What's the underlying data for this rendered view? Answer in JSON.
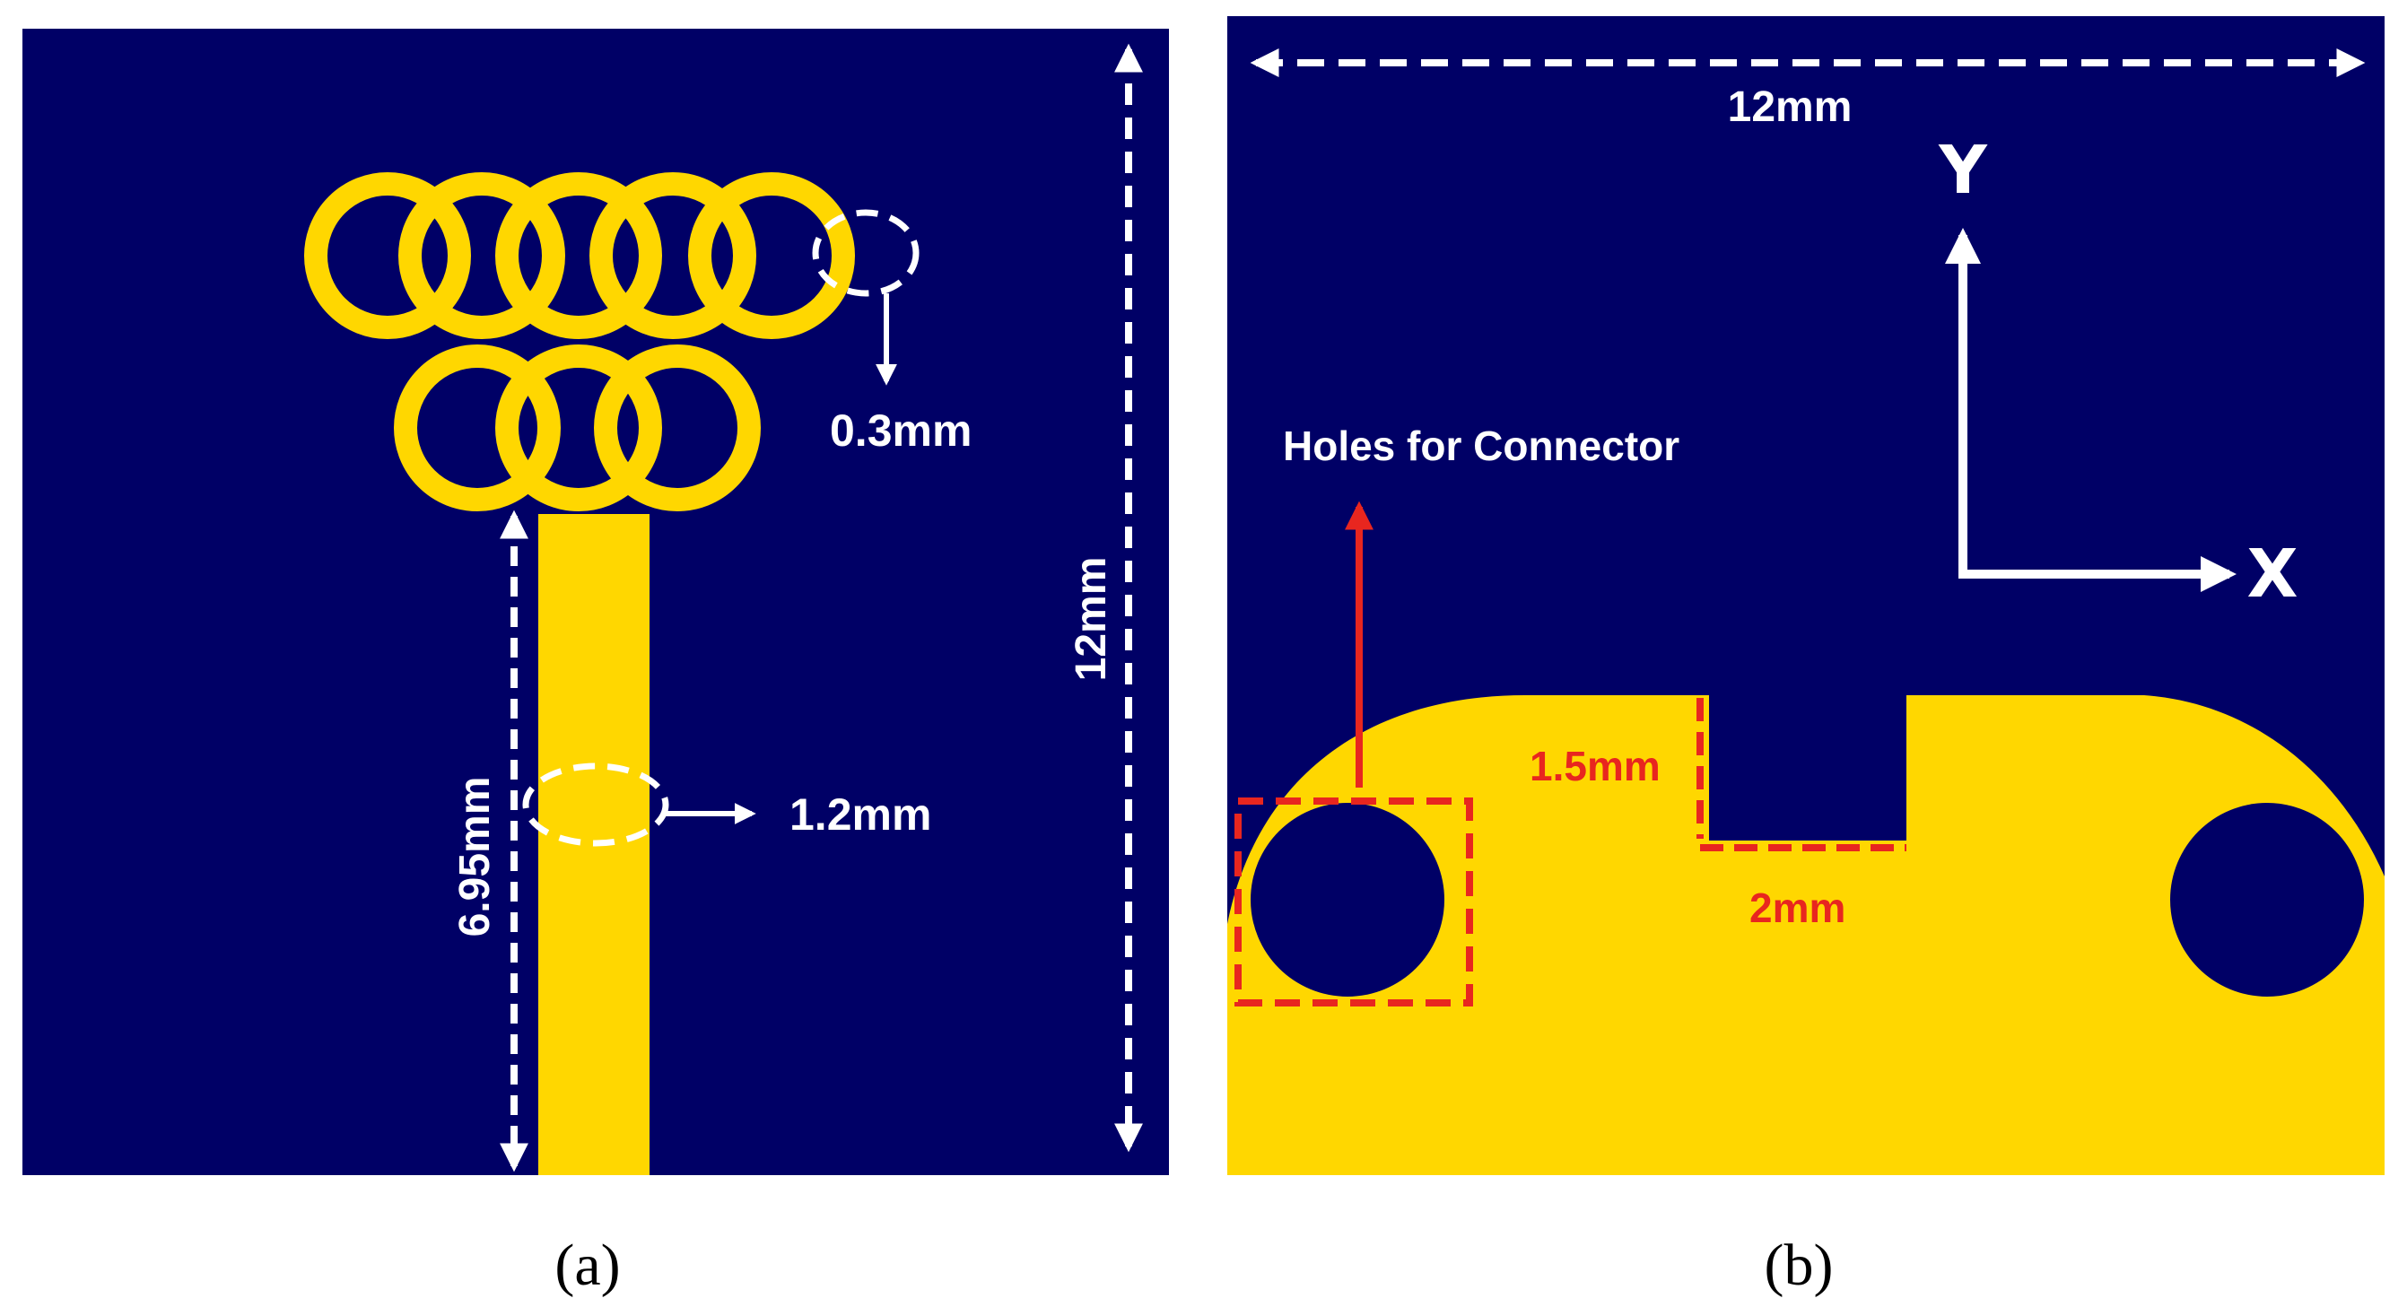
{
  "colors": {
    "substrate": "#000066",
    "copper": "#ffd700",
    "annotation": "#ffffff",
    "highlight": "#e8261f",
    "caption": "#000000"
  },
  "panel_a": {
    "caption": "(a)",
    "ring_width_label": "0.3mm",
    "feed_width_label": "1.2mm",
    "feed_length_label": "6.95mm",
    "height_label": "12mm"
  },
  "panel_b": {
    "caption": "(b)",
    "width_label": "12mm",
    "slot_depth_label": "1.5mm",
    "slot_width_label": "2mm",
    "holes_label": "Holes for Connector",
    "axis_y_label": "Y",
    "axis_x_label": "X"
  }
}
